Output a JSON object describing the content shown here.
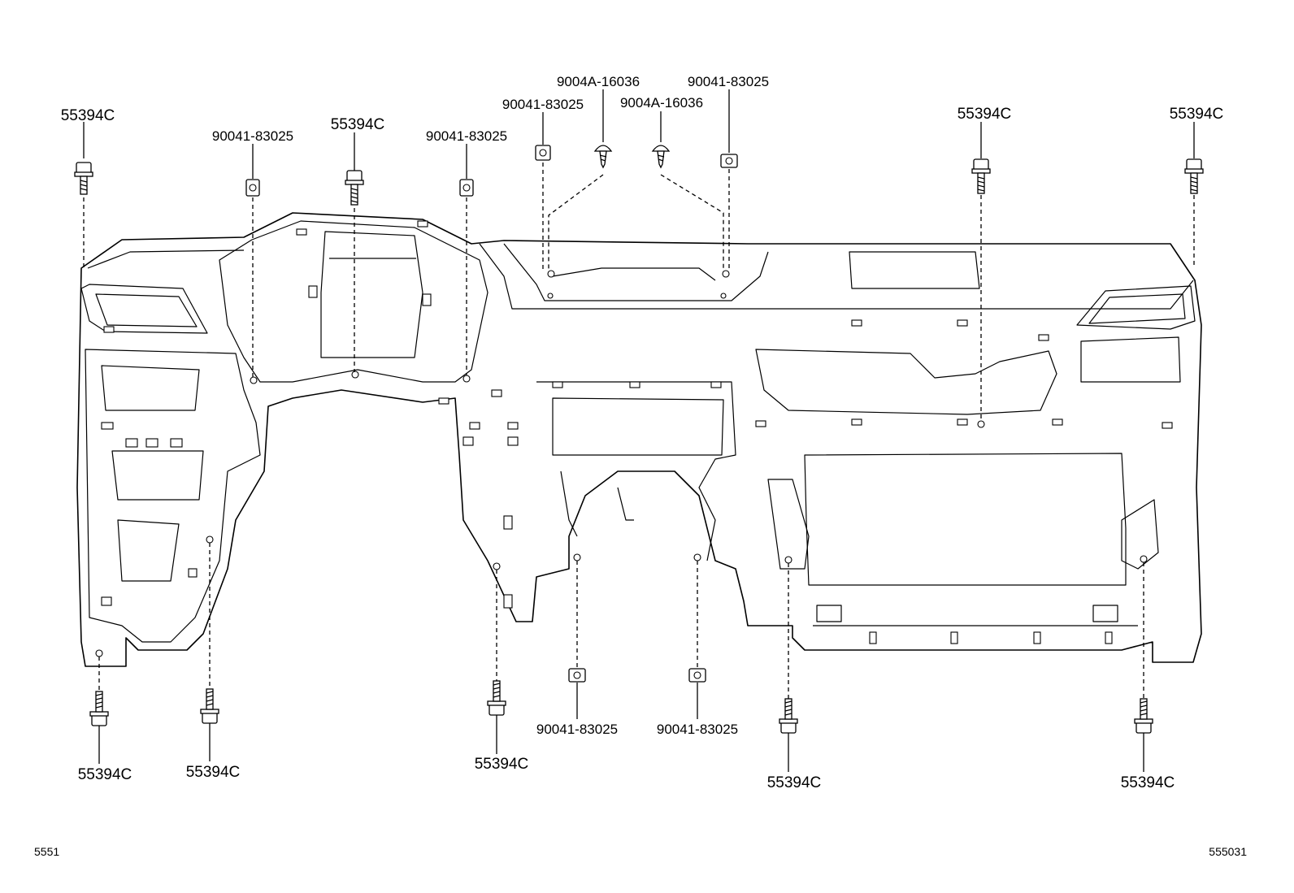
{
  "diagram": {
    "callouts": [
      {
        "id": "c1",
        "part": "55394C"
      },
      {
        "id": "c2",
        "part": "90041-83025"
      },
      {
        "id": "c3",
        "part": "55394C"
      },
      {
        "id": "c4",
        "part": "90041-83025"
      },
      {
        "id": "c5",
        "part": "90041-83025"
      },
      {
        "id": "c6",
        "part": "9004A-16036"
      },
      {
        "id": "c7",
        "part": "9004A-16036"
      },
      {
        "id": "c8",
        "part": "90041-83025"
      },
      {
        "id": "c9",
        "part": "55394C"
      },
      {
        "id": "c10",
        "part": "55394C"
      },
      {
        "id": "c11",
        "part": "55394C"
      },
      {
        "id": "c12",
        "part": "55394C"
      },
      {
        "id": "c13",
        "part": "55394C"
      },
      {
        "id": "c14",
        "part": "90041-83025"
      },
      {
        "id": "c15",
        "part": "90041-83025"
      },
      {
        "id": "c16",
        "part": "55394C"
      },
      {
        "id": "c17",
        "part": "55394C"
      }
    ],
    "corner_codes": {
      "left": "5551",
      "right": "555031"
    }
  }
}
